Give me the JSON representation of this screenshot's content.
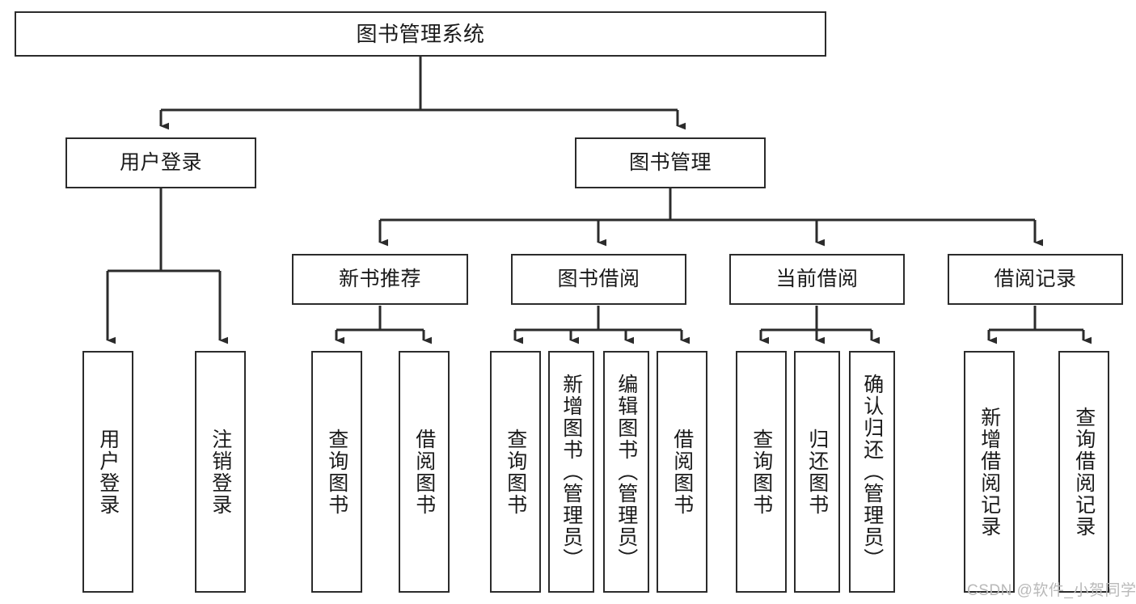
{
  "diagram": {
    "title": "图书管理系统",
    "type": "tree-hierarchy",
    "orientation": "top-down",
    "colors": {
      "box_border": "#2b2b2b",
      "box_fill": "#ffffff",
      "edge": "#2b2b2b",
      "text": "#1a1a1a",
      "watermark": "#b9b9b9",
      "background": "#ffffff"
    },
    "root": {
      "label": "图书管理系统"
    },
    "level2": [
      {
        "label": "用户登录"
      },
      {
        "label": "图书管理"
      }
    ],
    "level3": [
      {
        "label": "新书推荐"
      },
      {
        "label": "图书借阅"
      },
      {
        "label": "当前借阅"
      },
      {
        "label": "借阅记录"
      }
    ],
    "leaves": {
      "user_login": [
        {
          "label": "用户登录"
        },
        {
          "label": "注销登录"
        }
      ],
      "new_book": [
        {
          "label": "查询图书"
        },
        {
          "label": "借阅图书"
        }
      ],
      "book_borrow": [
        {
          "label": "查询图书"
        },
        {
          "label": "新增图书（管理员）"
        },
        {
          "label": "编辑图书（管理员）"
        },
        {
          "label": "借阅图书"
        }
      ],
      "current_borrow": [
        {
          "label": "查询图书"
        },
        {
          "label": "归还图书"
        },
        {
          "label": "确认归还（管理员）"
        }
      ],
      "borrow_record": [
        {
          "label": "新增借阅记录"
        },
        {
          "label": "查询借阅记录"
        }
      ]
    }
  },
  "watermark": {
    "text": "CSDN @软件_小贺同学"
  }
}
